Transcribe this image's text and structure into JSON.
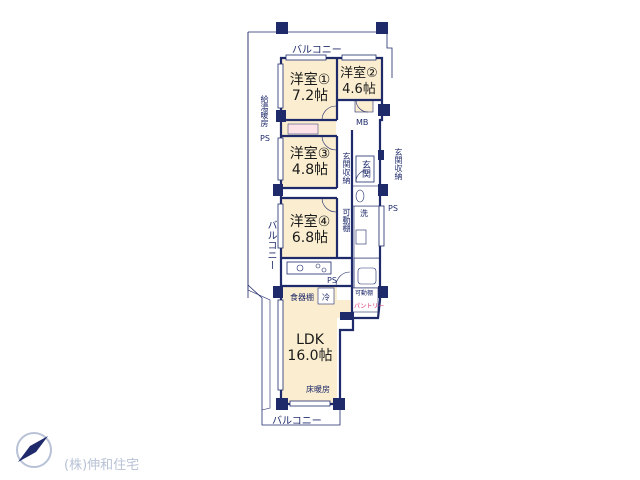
{
  "rooms": {
    "western1": {
      "name": "洋室①",
      "size": "7.2帖"
    },
    "western2": {
      "name": "洋室②",
      "size": "4.6帖"
    },
    "western3": {
      "name": "洋室③",
      "size": "4.8帖"
    },
    "western4": {
      "name": "洋室④",
      "size": "6.8帖"
    },
    "ldk": {
      "name": "LDK",
      "size": "16.0帖"
    }
  },
  "labels": {
    "balcony_top": "バルコニー",
    "balcony_left": "バルコニー",
    "balcony_bottom": "バルコニー",
    "water_heater": "給湯暖房",
    "ps_left": "PS",
    "mb": "MB",
    "genkan": "玄関",
    "genkan_storage_in": "玄関収納",
    "genkan_storage_out": "玄関収納",
    "movable_shelf": "可動棚",
    "wash": "洗",
    "ps_right": "PS",
    "ps_kitchen": "PS",
    "dish_shelf": "食器棚",
    "fridge": "冷",
    "movable_shelf_pantry": "可動棚",
    "pantry": "パントリー",
    "floor_heating": "床暖房"
  },
  "company": "(株)伸和住宅",
  "colors": {
    "wall": "#1f2a6b",
    "room_fill": "#fbeed0",
    "wet_fill": "#ffffff",
    "pantry_accent": "#d6336c",
    "logo": "#b8c2d6"
  }
}
